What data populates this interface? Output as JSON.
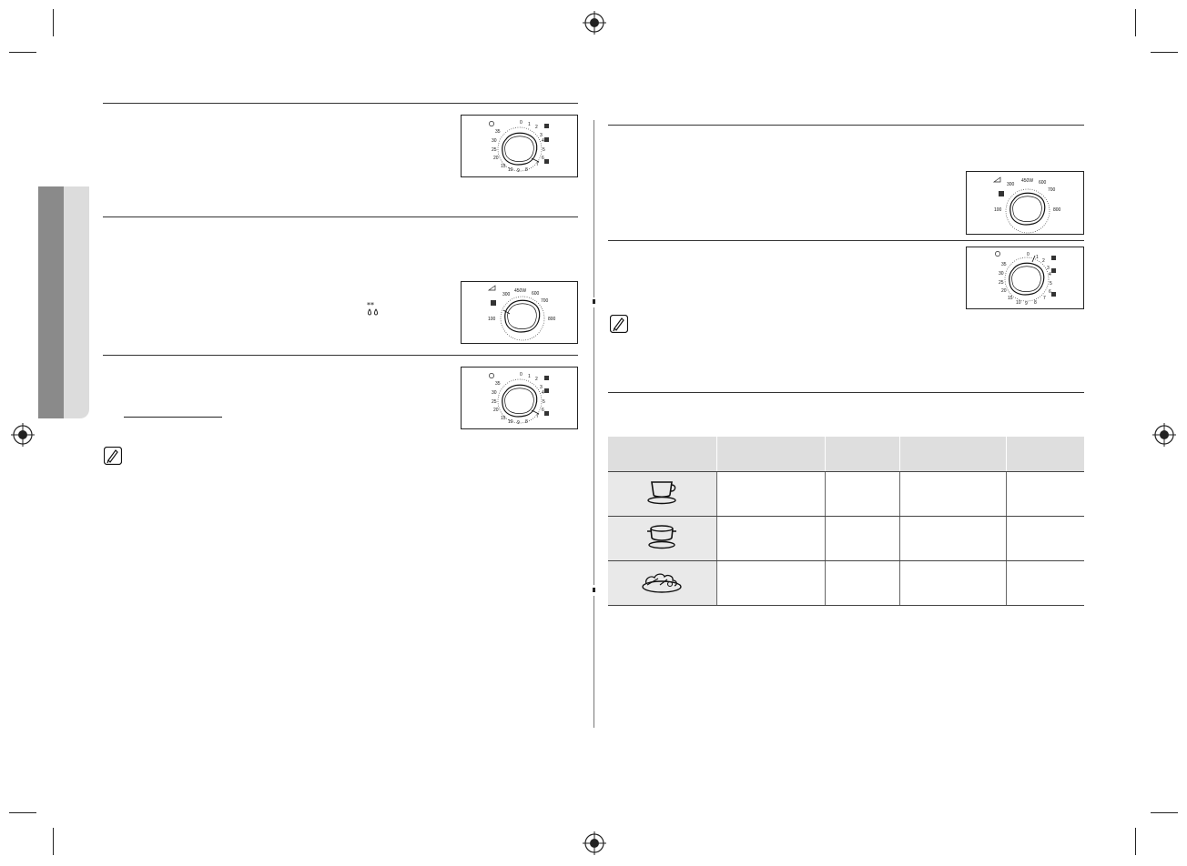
{
  "page": {
    "title": "",
    "dial_power": {
      "label_100": "100",
      "label_300": "300",
      "label_450": "450W",
      "label_600": "600",
      "label_700": "700",
      "label_800": "800"
    },
    "dial_timer": {
      "labels_left": [
        "35",
        "30",
        "25",
        "20",
        "15",
        "10"
      ],
      "labels_right": [
        "0",
        "1",
        "2",
        "3",
        "4",
        "5",
        "6",
        "7",
        "8",
        "9"
      ]
    },
    "table": {
      "headers": [
        "",
        "",
        "",
        "",
        ""
      ],
      "rows": [
        {
          "icon": "cup-icon",
          "cells": [
            "",
            "",
            "",
            ""
          ]
        },
        {
          "icon": "bowl-icon",
          "cells": [
            "",
            "",
            "",
            ""
          ]
        },
        {
          "icon": "plate-icon",
          "cells": [
            "",
            "",
            "",
            ""
          ]
        }
      ]
    }
  }
}
